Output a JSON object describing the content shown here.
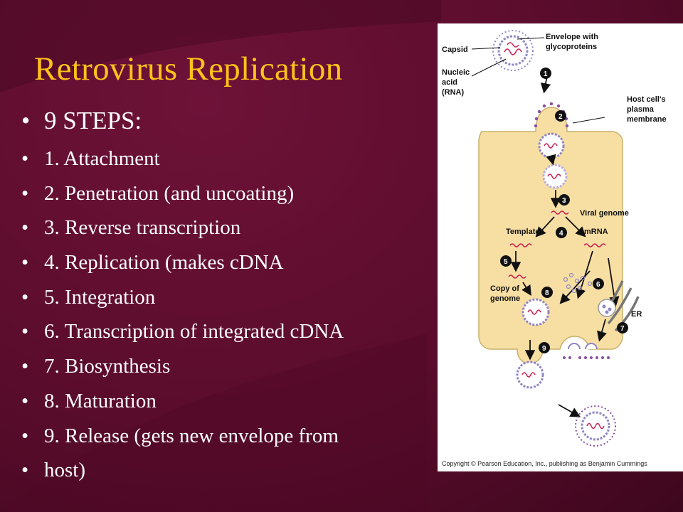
{
  "slide": {
    "title": "Retrovirus Replication",
    "bullets": [
      "9 STEPS:",
      "1. Attachment",
      "2. Penetration (and uncoating)",
      "3. Reverse transcription",
      "4. Replication (makes cDNA",
      "5. Integration",
      "6. Transcription of integrated cDNA",
      "7. Biosynthesis",
      "8. Maturation",
      "9. Release (gets new envelope from",
      "host)"
    ],
    "bullet_glyph": "•"
  },
  "figure": {
    "labels": {
      "capsid": "Capsid",
      "envelope_1": "Envelope with",
      "envelope_2": "glycoproteins",
      "nucleic_1": "Nucleic",
      "nucleic_2": "acid",
      "nucleic_3": "(RNA)",
      "host_1": "Host cell's",
      "host_2": "plasma",
      "host_3": "membrane",
      "viral_genome": "Viral genome",
      "template": "Template",
      "mrna": "mRNA",
      "copy_1": "Copy of",
      "copy_2": "genome",
      "er": "ER"
    },
    "steps": [
      "1",
      "2",
      "3",
      "4",
      "5",
      "6",
      "7",
      "8",
      "9"
    ],
    "copyright": "Copyright © Pearson Education, Inc., publishing as Benjamin Cummings"
  },
  "colors": {
    "background": "#5e0d2e",
    "title": "#ffc21a",
    "text": "#ffffff",
    "cell": "#f7dfa4",
    "virion_outline": "#8f86c4",
    "rna": "#cc1f4f"
  }
}
